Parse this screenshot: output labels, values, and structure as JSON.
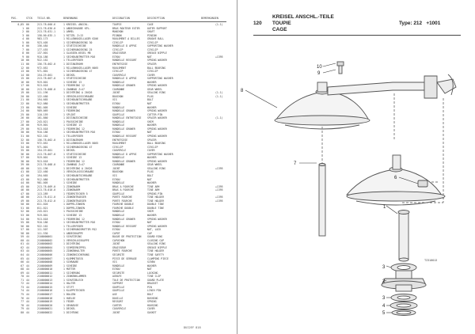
{
  "left_page": {
    "columns": {
      "pos": "POS.",
      "qty": "STCK",
      "part_no": "TEILE-NR.",
      "name": "BENENNUNG",
      "description": "DESIGNATION",
      "description2": "DESCRIPTION",
      "remarks": "BEMERKUNGEN"
    },
    "rows": [
      {
        "pos": "0,85",
        "qty": "00",
        "num": "213.78.000.6",
        "name": "1 KREISEL ANSCHL.",
        "d1": "TOUPIE",
        "d2": "CAGE",
        "rem": "(1-1)"
      },
      {
        "pos": "1",
        "qty": "00",
        "num": "213.78.030.0",
        "name": "1 ABDECKHAUBE KPL.",
        "d1": "BRAS ROUTEUR EXTER",
        "d2": "OUTER SUPPORT",
        "rem": ""
      },
      {
        "pos": "2",
        "qty": "00",
        "num": "213.78.031.1",
        "name": "1 ARMEL",
        "d1": "MANCHON",
        "d2": "SHAFT",
        "rem": ""
      },
      {
        "pos": "3",
        "qty": "00",
        "num": "158.00.035.1",
        "name": "1 RITZEL Z=13",
        "d1": "PIGNON",
        "d2": "PINION",
        "rem": ""
      },
      {
        "pos": "4",
        "qty": "00",
        "num": "983.173",
        "name": "1 RILLENKUGELLAGER 6206",
        "d1": "ROULEMENT A BILLES",
        "d2": "GROOVE BALL",
        "rem": ""
      },
      {
        "pos": "5",
        "qty": "00",
        "num": "923.405",
        "name": "1 SICHERUNGSRING 30",
        "d1": "CIRCLIP",
        "d2": "CIRCLIP",
        "rem": ""
      },
      {
        "pos": "6",
        "qty": "00",
        "num": "156.484",
        "name": "1 STUETZSCHEIBE",
        "d1": "RONDELLE D APPUI",
        "d2": "SUPPORTING WASHER",
        "rem": ""
      },
      {
        "pos": "7",
        "qty": "00",
        "num": "177.455",
        "name": "1 SICHERUNGSRING 25",
        "d1": "CIRCLIP",
        "d2": "CIRCLIP",
        "rem": ""
      },
      {
        "pos": "8",
        "qty": "00",
        "num": "137.001",
        "name": "1 GLASSEN-KEGEL M8",
        "d1": "GRAISSEUR",
        "d2": "GREASE NIPPLE",
        "rem": ""
      },
      {
        "pos": "9",
        "qty": "00",
        "num": "910.186",
        "name": "1 SECHSKANTMUTTER M16",
        "d1": "ECROU",
        "d2": "NUT",
        "rem": "+1395"
      },
      {
        "pos": "10",
        "qty": "00",
        "num": "922.162",
        "name": "1 TELLERFEDER",
        "d1": "RONDELLE RESSORT",
        "d2": "SPRING WASHER",
        "rem": ""
      },
      {
        "pos": "11",
        "qty": "00",
        "num": "156.78.002.0",
        "name": "1 DISTANZROHR",
        "d1": "ENTRETOISE",
        "d2": "SPACER",
        "rem": ""
      },
      {
        "pos": "12",
        "qty": "00",
        "num": "972.052",
        "name": "1 RILLENKUGELLAGER 6005",
        "d1": "ROULEMENT",
        "d2": "BALL BEARING",
        "rem": ""
      },
      {
        "pos": "13",
        "qty": "00",
        "num": "971.001",
        "name": "1 SICHERUNGSRING 47",
        "d1": "CIRCLIP",
        "d2": "CIRCLIP",
        "rem": ""
      },
      {
        "pos": "14",
        "qty": "00",
        "num": "154.29.001",
        "name": "1 DECKEL",
        "d1": "COUVERCLE",
        "d2": "COVER",
        "rem": ""
      },
      {
        "pos": "15",
        "qty": "00",
        "num": "213.78.007.0",
        "name": "1 STUETZSCHEIBE",
        "d1": "RONDELLE D APPUI",
        "d2": "SUPPORTING WASHER",
        "rem": ""
      },
      {
        "pos": "16",
        "qty": "00",
        "num": "919.001",
        "name": "1 SCHEIBE 13",
        "d1": "RONDELLE",
        "d2": "WASHER",
        "rem": ""
      },
      {
        "pos": "17",
        "qty": "00",
        "num": "913.018",
        "name": "1 FEDERRING 12",
        "d1": "RONDELLE GROWER",
        "d2": "SPRING WASHER",
        "rem": ""
      },
      {
        "pos": "18",
        "qty": "00",
        "num": "213.78.008.0",
        "name": "1 ZAHNRAD Z=47",
        "d1": "COURONNE",
        "d2": "GEAR WHEEL",
        "rem": ""
      },
      {
        "pos": "19",
        "qty": "00",
        "num": "111.196",
        "name": "1 DICHTRING A 20X26",
        "d1": "JOINT",
        "d2": "SEALING RING",
        "rem": "(1-1)"
      },
      {
        "pos": "20",
        "qty": "00",
        "num": "122.460",
        "name": "1 VERSCHLUSSSCHRAUBE",
        "d1": "BOUCHON",
        "d2": "PLUG",
        "rem": "(1-1)"
      },
      {
        "pos": "21",
        "qty": "00",
        "num": "194.665",
        "name": "1 SECHSKANTSCHRAUBE",
        "d1": "VIS",
        "d2": "BOLT",
        "rem": ""
      },
      {
        "pos": "22",
        "qty": "00",
        "num": "912.080",
        "name": "1 SECHSKANTMUTTER",
        "d1": "ECROU",
        "d2": "NUT",
        "rem": ""
      },
      {
        "pos": "23",
        "qty": "00",
        "num": "981.005",
        "name": "1 SCHEIBE",
        "d1": "RONDELLE",
        "d2": "WASHER",
        "rem": ""
      },
      {
        "pos": "24",
        "qty": "00",
        "num": "989.069",
        "name": "1 FEDERRING",
        "d1": "RONDELLE GROWER",
        "d2": "SPRING WASHER",
        "rem": ""
      },
      {
        "pos": "25",
        "qty": "00",
        "num": "110.159",
        "name": "1 SPLINT",
        "d1": "GOUPILLE",
        "d2": "COTTER PIN",
        "rem": ""
      },
      {
        "pos": "26",
        "qty": "00",
        "num": "161.860",
        "name": "1 DISTANZSCHEIBE",
        "d1": "RONDELLE ENTRETOISE",
        "d2": "SPACER WASHER",
        "rem": "(1-1)"
      },
      {
        "pos": "27",
        "qty": "00",
        "num": "243.021",
        "name": "1 PASSSCHEIBE",
        "d1": "RONDELLE",
        "d2": "SHIM",
        "rem": ""
      },
      {
        "pos": "28",
        "qty": "00",
        "num": "919.001",
        "name": "1 SCHEIBE 13",
        "d1": "RONDELLE",
        "d2": "WASHER",
        "rem": ""
      },
      {
        "pos": "29",
        "qty": "00",
        "num": "913.018",
        "name": "1 FEDERRING 12",
        "d1": "RONDELLE GROWER",
        "d2": "SPRING WASHER",
        "rem": ""
      },
      {
        "pos": "30",
        "qty": "00",
        "num": "910.186",
        "name": "1 SECHSKANTMUTTER M16",
        "d1": "ECROU",
        "d2": "NUT",
        "rem": ""
      },
      {
        "pos": "31",
        "qty": "00",
        "num": "922.162",
        "name": "1 TELLERFEDER",
        "d1": "RONDELLE RESSORT",
        "d2": "SPRING WASHER",
        "rem": ""
      },
      {
        "pos": "32",
        "qty": "00",
        "num": "156.78.002.0",
        "name": "1 DISTANZROHR",
        "d1": "ENTRETOISE",
        "d2": "SPACER",
        "rem": ""
      },
      {
        "pos": "33",
        "qty": "00",
        "num": "972.052",
        "name": "1 RILLENKUGELLAGER 6005",
        "d1": "ROULEMENT",
        "d2": "BALL BEARING",
        "rem": ""
      },
      {
        "pos": "34",
        "qty": "00",
        "num": "971.001",
        "name": "1 SICHERUNGSRING 47",
        "d1": "CIRCLIP",
        "d2": "CIRCLIP",
        "rem": ""
      },
      {
        "pos": "35",
        "qty": "00",
        "num": "154.29.001",
        "name": "1 DECKEL",
        "d1": "COUVERCLE",
        "d2": "COVER",
        "rem": ""
      },
      {
        "pos": "36",
        "qty": "00",
        "num": "213.78.007.0",
        "name": "1 STUETZSCHEIBE",
        "d1": "RONDELLE D APPUI",
        "d2": "SUPPORTING WASHER",
        "rem": ""
      },
      {
        "pos": "37",
        "qty": "00",
        "num": "919.001",
        "name": "1 SCHEIBE 13",
        "d1": "RONDELLE",
        "d2": "WASHER",
        "rem": ""
      },
      {
        "pos": "38",
        "qty": "00",
        "num": "913.018",
        "name": "1 FEDERRING 12",
        "d1": "RONDELLE GROWER",
        "d2": "SPRING WASHER",
        "rem": ""
      },
      {
        "pos": "39",
        "qty": "00",
        "num": "213.78.008.0",
        "name": "1 ZAHNRAD Z=47",
        "d1": "COURONNE",
        "d2": "GEAR WHEEL",
        "rem": ""
      },
      {
        "pos": "40",
        "qty": "00",
        "num": "111.196",
        "name": "1 DICHTRING A 20X26",
        "d1": "JOINT",
        "d2": "SEALING RING",
        "rem": "+1395"
      },
      {
        "pos": "41",
        "qty": "00",
        "num": "122.460",
        "name": "1 VERSCHLUSSSCHRAUBE",
        "d1": "BOUCHON",
        "d2": "PLUG",
        "rem": ""
      },
      {
        "pos": "42",
        "qty": "00",
        "num": "194.665",
        "name": "1 SECHSKANTSCHRAUBE",
        "d1": "VIS",
        "d2": "BOLT",
        "rem": ""
      },
      {
        "pos": "43",
        "qty": "00",
        "num": "912.080",
        "name": "1 SECHSKANTMUTTER",
        "d1": "ECROU",
        "d2": "NUT",
        "rem": ""
      },
      {
        "pos": "44",
        "qty": "00",
        "num": "981.005",
        "name": "1 SCHEIBE",
        "d1": "RONDELLE",
        "d2": "WASHER",
        "rem": ""
      },
      {
        "pos": "45",
        "qty": "00",
        "num": "213.78.009.0",
        "name": "1 ZINKENARM",
        "d1": "BRAS A FOURCHE",
        "d2": "TINE ARM",
        "rem": "+1395"
      },
      {
        "pos": "46",
        "qty": "00",
        "num": "213.78.010.0",
        "name": "1 ZINKENARM",
        "d1": "BRAS A FOURCHE",
        "d2": "TINE ARM",
        "rem": "+1395"
      },
      {
        "pos": "47",
        "qty": "00",
        "num": "113.289",
        "name": "1 FEDERSTECKER 5",
        "d1": "GOUPILLE",
        "d2": "SPRING PIN",
        "rem": ""
      },
      {
        "pos": "48",
        "qty": "00",
        "num": "213.78.011.0",
        "name": "1 ZINKENTRAEGER",
        "d1": "PORTE FOURCHE",
        "d2": "TINE HOLDER",
        "rem": "+1395"
      },
      {
        "pos": "49",
        "qty": "00",
        "num": "213.78.012.0",
        "name": "1 ZINKENTRAEGER",
        "d1": "PORTE FOURCHE",
        "d2": "TINE HOLDER",
        "rem": "+1395"
      },
      {
        "pos": "50",
        "qty": "00",
        "num": "611.020",
        "name": "1 DOPPELZINKEN",
        "d1": "FOURCHE DOUBLE",
        "d2": "DOUBLE TINE",
        "rem": ""
      },
      {
        "pos": "51",
        "qty": "00",
        "num": "611.021",
        "name": "1 DOPPELZINKEN",
        "d1": "FOURCHE DOUBLE",
        "d2": "DOUBLE TINE",
        "rem": ""
      },
      {
        "pos": "52",
        "qty": "00",
        "num": "243.021",
        "name": "1 PASSSCHEIBE",
        "d1": "RONDELLE",
        "d2": "SHIM",
        "rem": ""
      },
      {
        "pos": "53",
        "qty": "00",
        "num": "919.001",
        "name": "1 SCHEIBE 13",
        "d1": "RONDELLE",
        "d2": "WASHER",
        "rem": ""
      },
      {
        "pos": "54",
        "qty": "00",
        "num": "913.018",
        "name": "1 FEDERRING 12",
        "d1": "RONDELLE GROWER",
        "d2": "SPRING WASHER",
        "rem": ""
      },
      {
        "pos": "55",
        "qty": "00",
        "num": "910.186",
        "name": "1 SECHSKANTMUTTER M16",
        "d1": "ECROU",
        "d2": "NUT",
        "rem": ""
      },
      {
        "pos": "56",
        "qty": "00",
        "num": "922.162",
        "name": "1 TELLERFEDER",
        "d1": "RONDELLE RESSORT",
        "d2": "SPRING WASHER",
        "rem": ""
      },
      {
        "pos": "57",
        "qty": "00",
        "num": "111.507",
        "name": "1 SICHERUNGSMUTTER M12",
        "d1": "ECROU",
        "d2": "NUT, LOCK",
        "rem": ""
      },
      {
        "pos": "58",
        "qty": "00",
        "num": "111.530",
        "name": "1 ABDECKKAPPE",
        "d1": "CAPOT",
        "d2": "CAP",
        "rem": ""
      },
      {
        "pos": "59",
        "qty": "44",
        "num": "2100000001",
        "name": "1 SCHUTZRING",
        "d1": "BAGUE DE PROTECTION",
        "d2": "GUARD RING",
        "rem": ""
      },
      {
        "pos": "60",
        "qty": "44",
        "num": "2100000002",
        "name": "1 VERSCHLUSSKAPPE",
        "d1": "CAPUCHON",
        "d2": "CLOSING CAP",
        "rem": ""
      },
      {
        "pos": "61",
        "qty": "44",
        "num": "2100000003",
        "name": "1 DICHTRING",
        "d1": "JOINT",
        "d2": "SEALING RING",
        "rem": ""
      },
      {
        "pos": "62",
        "qty": "44",
        "num": "2100000004",
        "name": "1 SCHMIERNIPPEL",
        "d1": "GRAISSEUR",
        "d2": "GREASE NIPPLE",
        "rem": ""
      },
      {
        "pos": "63",
        "qty": "44",
        "num": "2100000005",
        "name": "1 ZINKENHALTER",
        "d1": "PORTE FOURCHE",
        "d2": "TINE HOLDER",
        "rem": ""
      },
      {
        "pos": "64",
        "qty": "44",
        "num": "2100000006",
        "name": "1 ZINKENSICHERUNG",
        "d1": "SECURITE",
        "d2": "TINE SAFETY",
        "rem": ""
      },
      {
        "pos": "65",
        "qty": "44",
        "num": "2100000007",
        "name": "1 KLEMMSTUECK",
        "d1": "PIECE DE SERRAGE",
        "d2": "CLAMPING PIECE",
        "rem": ""
      },
      {
        "pos": "66",
        "qty": "44",
        "num": "2100000008",
        "name": "1 SCHRAUBE",
        "d1": "VIS",
        "d2": "SCREW",
        "rem": ""
      },
      {
        "pos": "67",
        "qty": "44",
        "num": "2100000009",
        "name": "1 SCHEIBE",
        "d1": "RONDELLE",
        "d2": "WASHER",
        "rem": ""
      },
      {
        "pos": "68",
        "qty": "44",
        "num": "2100000010",
        "name": "1 MUTTER",
        "d1": "ECROU",
        "d2": "NUT",
        "rem": ""
      },
      {
        "pos": "69",
        "qty": "44",
        "num": "2100000011",
        "name": "1 SICHERUNG",
        "d1": "SECURITE",
        "d2": "LOCKING",
        "rem": ""
      },
      {
        "pos": "70",
        "qty": "44",
        "num": "2100000012",
        "name": "1 ZINKENKLAMMER",
        "d1": "AGRAFE",
        "d2": "TINE CLIP",
        "rem": ""
      },
      {
        "pos": "71",
        "qty": "44",
        "num": "2100000013",
        "name": "1 SCHUTZBLECH",
        "d1": "TOLE DE PROTECTION",
        "d2": "GUARD PLATE",
        "rem": ""
      },
      {
        "pos": "72",
        "qty": "44",
        "num": "2100000014",
        "name": "1 HALTER",
        "d1": "SUPPORT",
        "d2": "BRACKET",
        "rem": ""
      },
      {
        "pos": "73",
        "qty": "44",
        "num": "2100000015",
        "name": "1 STIFT",
        "d1": "GOUPILLE",
        "d2": "PIN",
        "rem": ""
      },
      {
        "pos": "74",
        "qty": "44",
        "num": "2100000016",
        "name": "1 KLAPPSTECKER",
        "d1": "GOUPILLE",
        "d2": "LINCH PIN",
        "rem": ""
      },
      {
        "pos": "75",
        "qty": "44",
        "num": "2100000017",
        "name": "1 BOLZEN",
        "d1": "AXE",
        "d2": "BOLT",
        "rem": ""
      },
      {
        "pos": "76",
        "qty": "44",
        "num": "2100000018",
        "name": "1 HUELSE",
        "d1": "DOUILLE",
        "d2": "BUSHING",
        "rem": ""
      },
      {
        "pos": "77",
        "qty": "44",
        "num": "2100000019",
        "name": "1 FEDER",
        "d1": "RESSORT",
        "d2": "SPRING",
        "rem": ""
      },
      {
        "pos": "78",
        "qty": "44",
        "num": "2100000020",
        "name": "1 GEHAEUSE",
        "d1": "CARTER",
        "d2": "HOUSING",
        "rem": ""
      },
      {
        "pos": "79",
        "qty": "44",
        "num": "2100000021",
        "name": "1 DECKEL",
        "d1": "COUVERCLE",
        "d2": "COVER",
        "rem": ""
      },
      {
        "pos": "80",
        "qty": "44",
        "num": "2100000022",
        "name": "1 DICHTUNG",
        "d1": "JOINT",
        "d2": "GASKET",
        "rem": ""
      }
    ],
    "page_code": "DUI2EF 818"
  },
  "right_page": {
    "title_de": "KREISEL ANSCHL.-TEILE",
    "page_number": "120",
    "title_fr": "TOUPIE",
    "title_en": "CAGE",
    "type_label": "Type: 212",
    "type_serial": "+1001",
    "diagram_ref": "T2318613",
    "callouts": [
      "1",
      "2",
      "3",
      "3",
      "4",
      "5",
      "6",
      "7",
      "8",
      "9",
      "10"
    ]
  }
}
